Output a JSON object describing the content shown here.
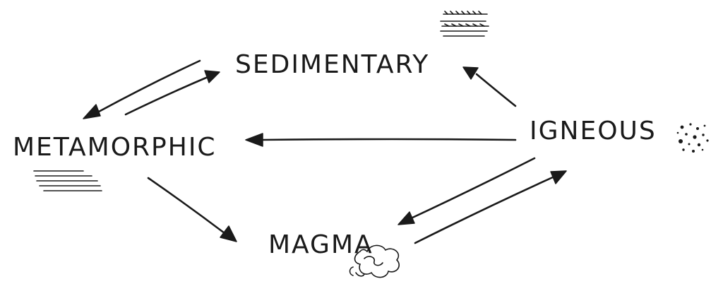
{
  "diagram": {
    "nodes": {
      "sedimentary": "SEDIMENTARY",
      "metamorphic": "METAMORPHIC",
      "igneous": "IGNEOUS",
      "magma": "MAGMA"
    },
    "edges": [
      {
        "from": "sedimentary",
        "to": "metamorphic"
      },
      {
        "from": "metamorphic",
        "to": "sedimentary"
      },
      {
        "from": "igneous",
        "to": "sedimentary"
      },
      {
        "from": "igneous",
        "to": "metamorphic"
      },
      {
        "from": "metamorphic",
        "to": "magma"
      },
      {
        "from": "igneous",
        "to": "magma"
      },
      {
        "from": "magma",
        "to": "igneous"
      }
    ],
    "ink_color": "#1a1a1a"
  }
}
